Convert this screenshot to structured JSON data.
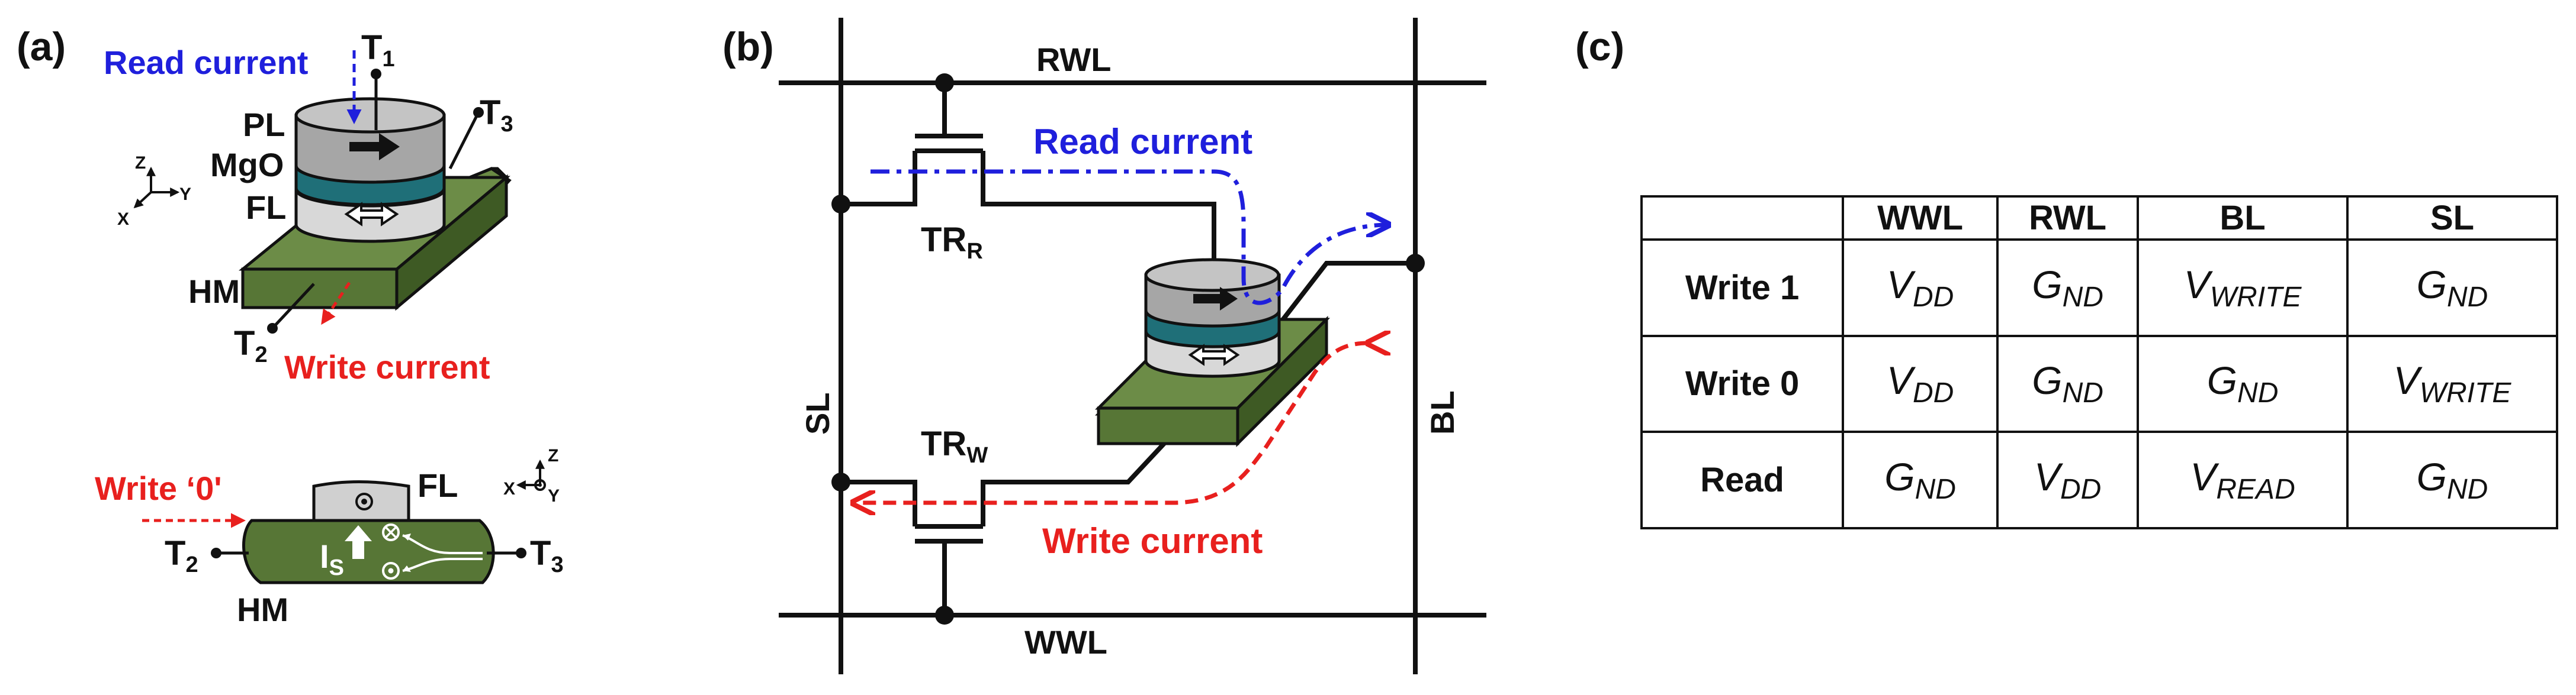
{
  "panels": {
    "a": "(a)",
    "b": "(b)",
    "c": "(c)"
  },
  "panel_a": {
    "read_current": "Read current",
    "t1": "T",
    "t1_sub": "1",
    "t2": "T",
    "t2_sub": "2",
    "t3": "T",
    "t3_sub": "3",
    "pl": "PL",
    "mgo": "MgO",
    "fl": "FL",
    "hm": "HM",
    "write_current": "Write current",
    "axis_z": "Z",
    "axis_y": "Y",
    "axis_x": "X",
    "write0": "Write ‘0'",
    "fl2": "FL",
    "hm2": "HM",
    "t2b": "T",
    "t2b_sub": "2",
    "t3b": "T",
    "t3b_sub": "3",
    "is": "I",
    "is_sub": "S",
    "axis2_z": "Z",
    "axis2_x": "X",
    "axis2_y": "Y"
  },
  "panel_b": {
    "rwl": "RWL",
    "wwl": "WWL",
    "sl": "SL",
    "bl": "BL",
    "trr": "TR",
    "trr_sub": "R",
    "trw": "TR",
    "trw_sub": "W",
    "read_current": "Read current",
    "write_current": "Write current"
  },
  "table": {
    "headers": [
      "",
      "WWL",
      "RWL",
      "BL",
      "SL"
    ],
    "rows": [
      {
        "label": "Write 1",
        "cells": [
          [
            "V",
            "DD"
          ],
          [
            "G",
            "ND"
          ],
          [
            "V",
            "WRITE"
          ],
          [
            "G",
            "ND"
          ]
        ]
      },
      {
        "label": "Write 0",
        "cells": [
          [
            "V",
            "DD"
          ],
          [
            "G",
            "ND"
          ],
          [
            "G",
            "ND"
          ],
          [
            "V",
            "WRITE"
          ]
        ]
      },
      {
        "label": "Read",
        "cells": [
          [
            "G",
            "ND"
          ],
          [
            "V",
            "DD"
          ],
          [
            "V",
            "READ"
          ],
          [
            "G",
            "ND"
          ]
        ]
      }
    ]
  },
  "colors": {
    "read": "#1f1fdc",
    "write": "#e8201e",
    "hm": "#5b7a3a",
    "hm_dark": "#3e5a24",
    "mgo": "#1f6f78",
    "pl": "#a6a6a6",
    "fl": "#d8d8d8"
  }
}
